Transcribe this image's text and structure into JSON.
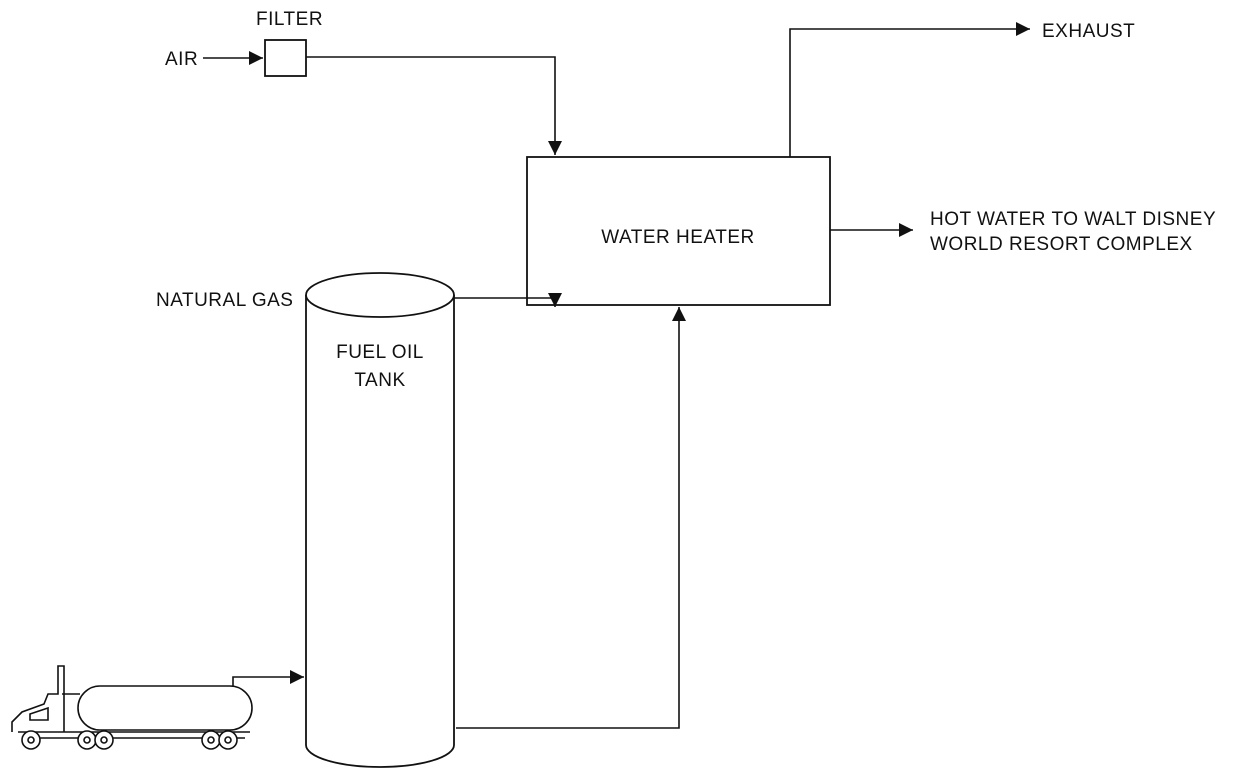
{
  "labels": {
    "air": "AIR",
    "filter": "FILTER",
    "exhaust": "EXHAUST",
    "water_heater": "WATER HEATER",
    "hot_water_line1": "HOT WATER TO WALT DISNEY",
    "hot_water_line2": "WORLD RESORT COMPLEX",
    "natural_gas": "NATURAL GAS",
    "fuel_oil_line1": "FUEL OIL",
    "fuel_oil_line2": "TANK"
  },
  "icons": {
    "truck": "tanker-truck-icon"
  }
}
